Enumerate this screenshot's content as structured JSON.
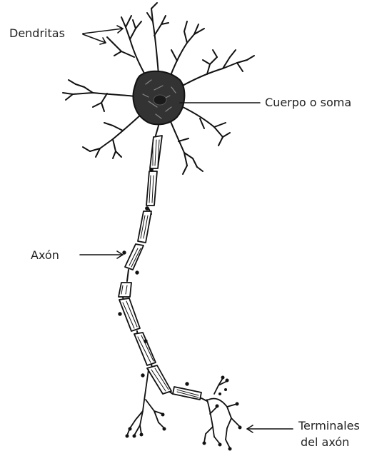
{
  "labels": {
    "dendrites": "Dendritas",
    "cell_body": "Cuerpo o soma",
    "axon": "Axón",
    "axon_terminals_line1": "Terminales",
    "axon_terminals_line2": "del axón"
  },
  "colors": {
    "ink": "#111111",
    "label_text": "#222222",
    "background": "#ffffff"
  }
}
